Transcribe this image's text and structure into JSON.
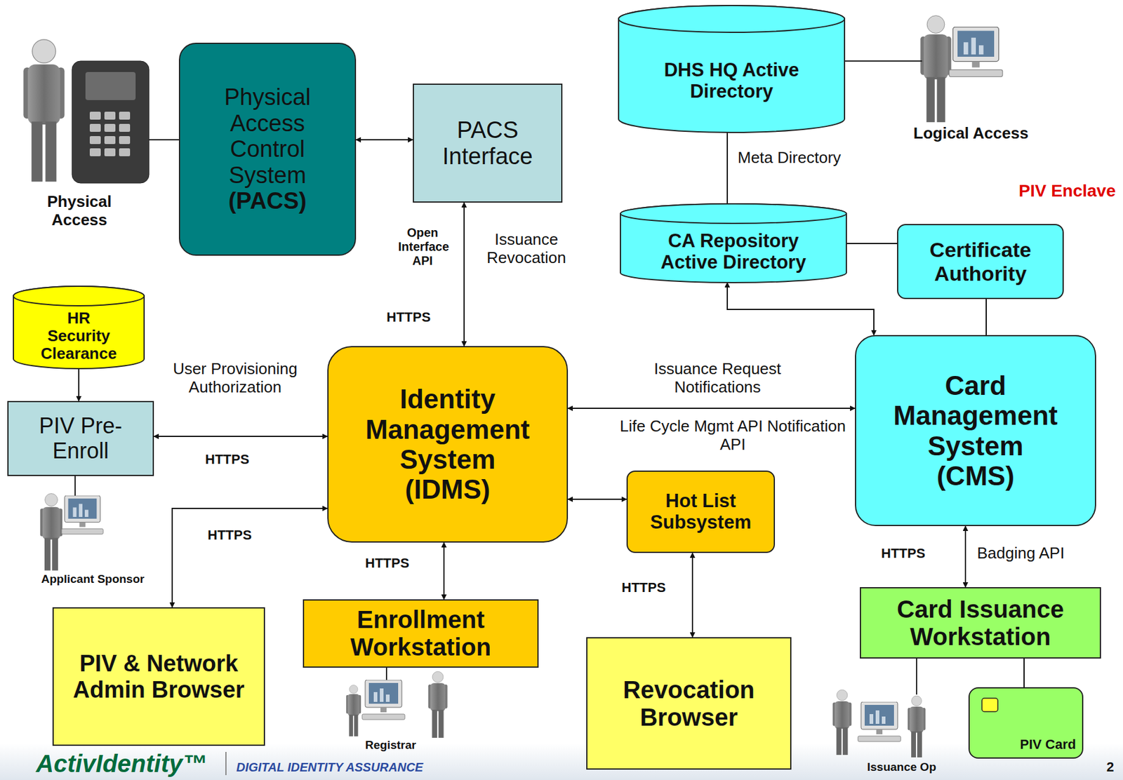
{
  "diagram": {
    "nodes": [
      {
        "text": [
          "PIV Enclave"
        ]
      },
      {
        "text": [
          "Physical Access Control System",
          "(PACS)"
        ]
      },
      {
        "text": [
          "PACS Interface"
        ]
      },
      {
        "text": [
          "DHS HQ Active Directory"
        ]
      },
      {
        "text": [
          "HR Security Clearance"
        ]
      },
      {
        "text": [
          "PIV Pre-Enroll"
        ]
      },
      {
        "text": [
          "CA Repository Active Directory"
        ],
        "in": 0
      },
      {
        "text": [
          "Certificate Authority"
        ],
        "in": 0
      },
      {
        "text": [
          "Identity Management System (IDMS)"
        ],
        "in": 0
      },
      {
        "text": [
          "Card Management System (CMS)"
        ],
        "in": 0
      },
      {
        "text": [
          "Hot List Subsystem"
        ],
        "in": 0
      },
      {
        "text": [
          "PIV & Network Admin Browser"
        ]
      },
      {
        "text": [
          "Enrollment Workstation"
        ]
      },
      {
        "text": [
          "Revocation Browser"
        ]
      },
      {
        "text": [
          "Card Issuance Workstation"
        ]
      },
      {
        "text": [
          "PIV Card"
        ]
      }
    ],
    "edges": [
      {
        "from": 1,
        "to": 2,
        "arrow": "both"
      },
      {
        "from": 2,
        "to": 8,
        "label": "Issuance Revocation",
        "arrow": "both"
      },
      {
        "from": 4,
        "to": 5,
        "arrow": "to"
      },
      {
        "from": 5,
        "to": 8,
        "label": "User Provisioning Authorization",
        "arrow": "both"
      },
      {
        "from": 8,
        "to": 11,
        "label": "HTTPS",
        "arrow": "both"
      },
      {
        "from": 8,
        "to": 12,
        "label": "HTTPS",
        "arrow": "both"
      },
      {
        "from": 8,
        "to": 10,
        "arrow": "both"
      },
      {
        "from": 10,
        "to": 13,
        "label": "HTTPS",
        "arrow": "both"
      },
      {
        "from": 8,
        "to": 9,
        "label": "Issuance Request Notifications",
        "arrow": "both"
      },
      {
        "from": 6,
        "to": 9,
        "arrow": "both"
      },
      {
        "from": 6,
        "to": 7,
        "arrow": "none"
      },
      {
        "from": 7,
        "to": 9,
        "arrow": "none"
      },
      {
        "from": 3,
        "to": 6,
        "label": "Meta Directory",
        "arrow": "none"
      },
      {
        "from": 9,
        "to": 14,
        "label": "Badging API",
        "arrow": "both"
      },
      {
        "from": 14,
        "to": 15,
        "arrow": "none"
      }
    ],
    "labels": [
      "Physical Access",
      "Logical Access",
      "Open Interface API",
      "HTTPS",
      "HTTPS",
      "Applicant Sponsor",
      "Life Cycle Mgmt API Notification API",
      "HTTPS",
      "Registrar",
      "Issuance Op",
      "ActivIdentity™",
      "DIGITAL IDENTITY ASSURANCE",
      "2"
    ]
  }
}
